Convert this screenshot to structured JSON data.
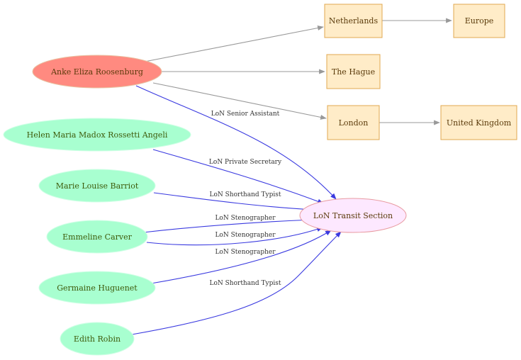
{
  "nodes": {
    "anke": {
      "label": "Anke Eliza Roosenburg",
      "fill": "#ff8a80",
      "stroke": "#e0b060"
    },
    "helen": {
      "label": "Helen Maria Madox Rossetti Angeli",
      "fill": "#a8ffd0",
      "stroke": "#c8ffe0"
    },
    "marie": {
      "label": "Marie Louise Barriot",
      "fill": "#a8ffd0",
      "stroke": "#c8ffe0"
    },
    "emmeline": {
      "label": "Emmeline Carver",
      "fill": "#a8ffd0",
      "stroke": "#c8ffe0"
    },
    "germaine": {
      "label": "Germaine Huguenet",
      "fill": "#a8ffd0",
      "stroke": "#c8ffe0"
    },
    "edith": {
      "label": "Edith Robin",
      "fill": "#a8ffd0",
      "stroke": "#c8ffe0"
    },
    "transit": {
      "label": "LoN Transit Section",
      "fill": "#fde8ff",
      "stroke": "#e89aa0"
    },
    "netherlands": {
      "label": "Netherlands",
      "fill": "#ffecc8",
      "stroke": "#e0a850"
    },
    "hague": {
      "label": "The Hague",
      "fill": "#ffecc8",
      "stroke": "#e0a850"
    },
    "london": {
      "label": "London",
      "fill": "#ffecc8",
      "stroke": "#e0a850"
    },
    "europe": {
      "label": "Europe",
      "fill": "#ffecc8",
      "stroke": "#e0a850"
    },
    "uk": {
      "label": "United Kingdom",
      "fill": "#ffecc8",
      "stroke": "#e0a850"
    }
  },
  "edges": {
    "anke_transit": "LoN Senior Assistant",
    "helen_transit": "LoN Private Secretary",
    "marie_transit": "LoN Shorthand Typist",
    "emmeline_transit_1": "LoN Stenographer",
    "emmeline_transit_2": "LoN Stenographer",
    "germaine_transit": "LoN Stenographer",
    "edith_transit": "LoN Shorthand Typist"
  },
  "colors": {
    "role_edge": "#3a3ae0",
    "place_edge": "#999999"
  }
}
